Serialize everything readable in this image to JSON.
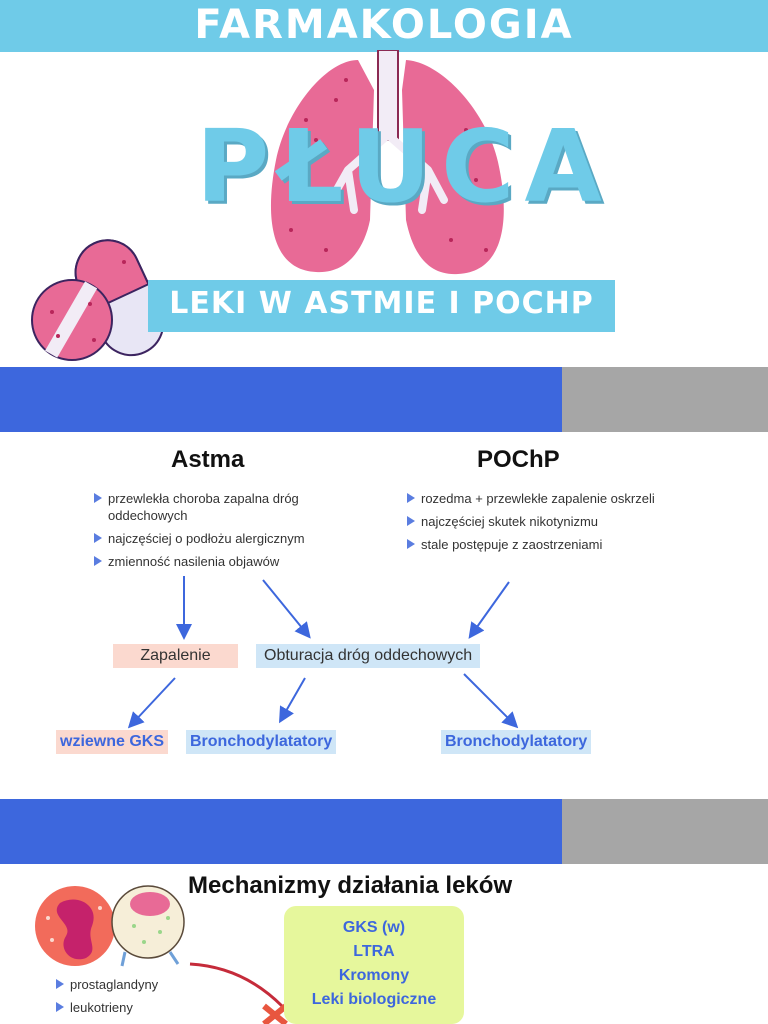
{
  "header": {
    "banner_title": "FARMAKOLOGIA",
    "main_title": "PŁUCA",
    "subtitle": "LEKI W ASTMIE I POCHP"
  },
  "comparison": {
    "left": {
      "title": "Astma",
      "items": [
        "przewlekła choroba zapalna dróg oddechowych",
        "najczęściej o podłożu alergicznym",
        "zmienność nasilenia objawów"
      ]
    },
    "right": {
      "title": "POChP",
      "items": [
        "rozedma + przewlekłe zapalenie oskrzeli",
        "najczęściej skutek nikotynizmu",
        "stale postępuje z zaostrzeniami"
      ]
    }
  },
  "flow": {
    "inflammation": "Zapalenie",
    "obstruction": "Obturacja dróg oddechowych",
    "result_gks": "wziewne GKS",
    "result_broncho_1": "Bronchodylatatory",
    "result_broncho_2": "Bronchodylatatory"
  },
  "mechanisms": {
    "title": "Mechanizmy działania leków",
    "mediators": [
      "prostaglandyny",
      "leukotrieny"
    ],
    "drugs": [
      "GKS (w)",
      "LTRA",
      "Kromony",
      "Leki biologiczne"
    ]
  },
  "colors": {
    "accent_cyan": "#6fcbe8",
    "bar_blue": "#3d67dd",
    "bar_gray": "#a6a6a6",
    "lung_pink": "#e86a96",
    "drug_box_green": "#e6f79c"
  }
}
